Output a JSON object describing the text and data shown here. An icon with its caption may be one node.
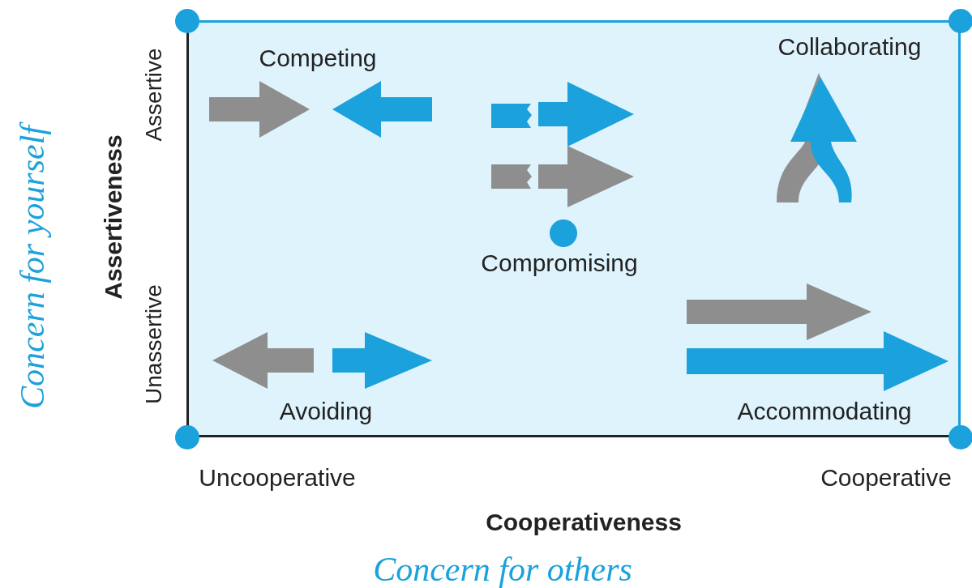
{
  "diagram": {
    "labels": [
      "Assertive",
      "Competing",
      "Collaborating",
      "Compromising",
      "Unassertive",
      "Avoiding",
      "Accommodating",
      "Assertiveness",
      "Concern for yourself",
      "Uncooperative",
      "Cooperative",
      "Cooperativeness",
      "Concern for others"
    ]
  }
}
